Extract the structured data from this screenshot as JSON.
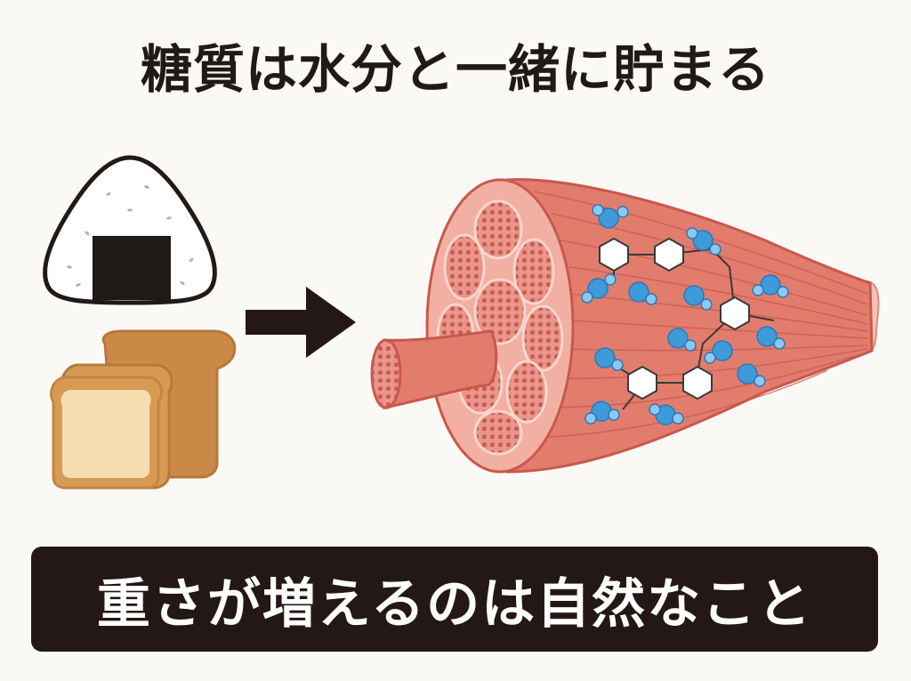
{
  "title": "糖質は水分と一緒に貯まる",
  "banner": "重さが増えるのは自然なこと",
  "icons": {
    "rice_ball": "onigiri-icon",
    "bread": "bread-loaf-icon",
    "arrow": "arrow-right-icon",
    "muscle": "muscle-cross-section-illustration",
    "molecules": "glycogen-water-molecule-icon"
  },
  "colors": {
    "background": "#fbf9f5",
    "banner": "#231815",
    "muscle": "#e27d6e",
    "water": "#3e9ad8",
    "bread": "#d79a55"
  }
}
